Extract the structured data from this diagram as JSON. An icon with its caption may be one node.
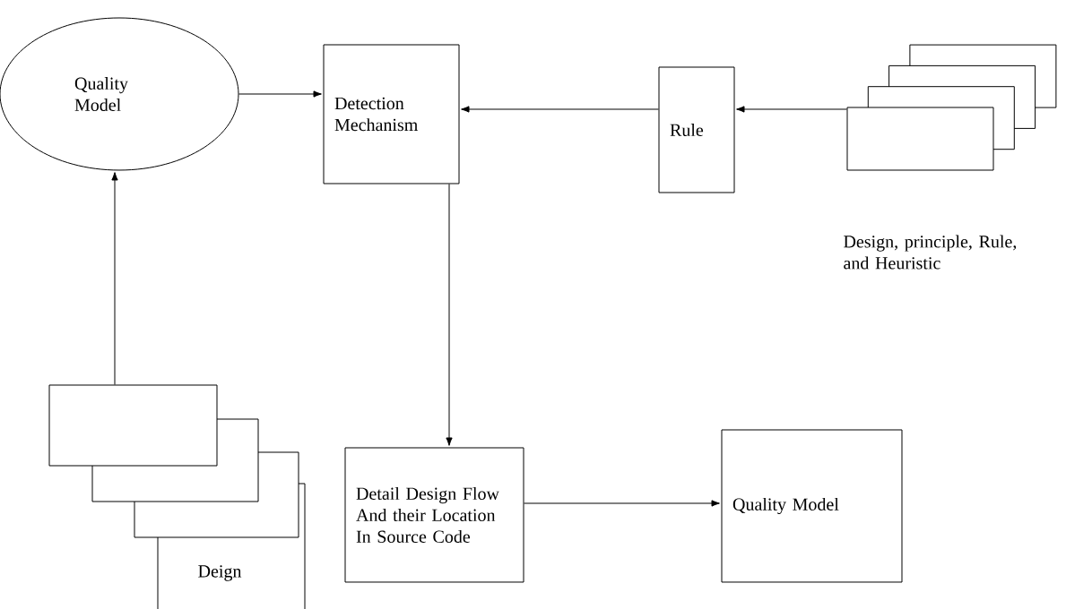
{
  "diagram": {
    "nodes": [
      {
        "text": [
          "Quality Model"
        ]
      },
      {
        "text": [
          "Detection Mechanism"
        ]
      },
      {
        "text": [
          "Rule"
        ]
      },
      {
        "text": [],
        "shape": "box",
        "beside": [
          "Design, principle, Rule, and Heuristic"
        ]
      },
      {
        "text": [
          "Deign"
        ]
      },
      {
        "text": [
          "Detail Design Flow And their Location In Source Code"
        ]
      },
      {
        "text": [
          "Quality Model"
        ]
      }
    ],
    "edges": [
      {
        "from": 4,
        "to": 0,
        "arrow": "to"
      },
      {
        "from": 0,
        "to": 1,
        "arrow": "to"
      },
      {
        "from": 2,
        "to": 1,
        "arrow": "to"
      },
      {
        "from": 3,
        "to": 2,
        "arrow": "to"
      },
      {
        "from": 1,
        "to": 5,
        "arrow": "to"
      },
      {
        "from": 5,
        "to": 6,
        "arrow": "to"
      }
    ]
  }
}
